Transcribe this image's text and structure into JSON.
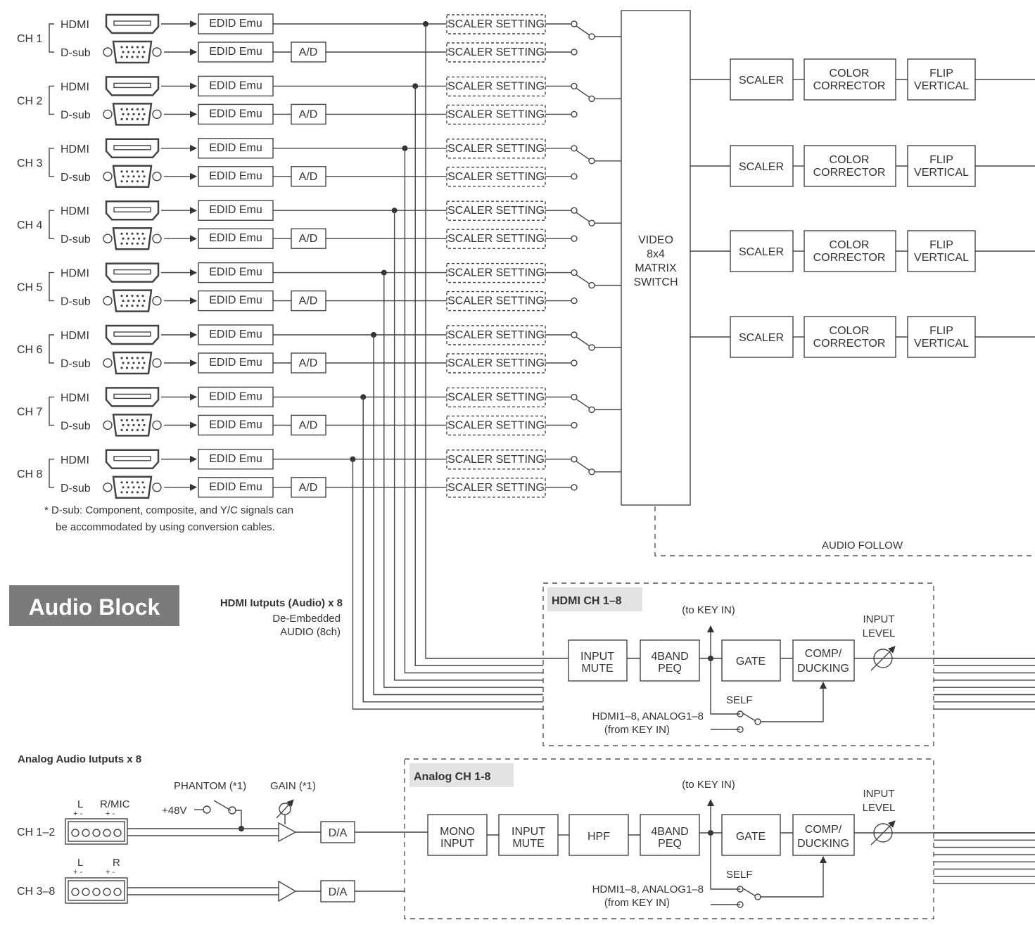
{
  "video": {
    "channels": [
      {
        "ch": "CH 1",
        "hdmi": "HDMI",
        "dsub": "D-sub"
      },
      {
        "ch": "CH 2",
        "hdmi": "HDMI",
        "dsub": "D-sub"
      },
      {
        "ch": "CH 3",
        "hdmi": "HDMI",
        "dsub": "D-sub"
      },
      {
        "ch": "CH 4",
        "hdmi": "HDMI",
        "dsub": "D-sub"
      },
      {
        "ch": "CH 5",
        "hdmi": "HDMI",
        "dsub": "D-sub"
      },
      {
        "ch": "CH 6",
        "hdmi": "HDMI",
        "dsub": "D-sub"
      },
      {
        "ch": "CH 7",
        "hdmi": "HDMI",
        "dsub": "D-sub"
      },
      {
        "ch": "CH 8",
        "hdmi": "HDMI",
        "dsub": "D-sub"
      }
    ],
    "edid_label": "EDID Emu",
    "ad_label": "A/D",
    "scaler_setting_label": "SCALER SETTING",
    "matrix_label": [
      "VIDEO",
      "8x4",
      "MATRIX",
      "SWITCH"
    ],
    "outputs": [
      {
        "scaler": "SCALER",
        "color": [
          "COLOR",
          "CORRECTOR"
        ],
        "flip": [
          "FLIP",
          "VERTICAL"
        ]
      },
      {
        "scaler": "SCALER",
        "color": [
          "COLOR",
          "CORRECTOR"
        ],
        "flip": [
          "FLIP",
          "VERTICAL"
        ]
      },
      {
        "scaler": "SCALER",
        "color": [
          "COLOR",
          "CORRECTOR"
        ],
        "flip": [
          "FLIP",
          "VERTICAL"
        ]
      },
      {
        "scaler": "SCALER",
        "color": [
          "COLOR",
          "CORRECTOR"
        ],
        "flip": [
          "FLIP",
          "VERTICAL"
        ]
      }
    ],
    "note": [
      "* D-sub: Component, composite, and Y/C signals can",
      "be accommodated by using conversion cables."
    ],
    "audio_follow": "AUDIO FOLLOW"
  },
  "audio": {
    "block_title": "Audio Block",
    "hdmi_inputs_title": "HDMI Iutputs (Audio) x 8",
    "de_embedded": [
      "De-Embedded",
      "AUDIO (8ch)"
    ],
    "hdmi_section": {
      "title": "HDMI CH 1–8",
      "to_key_in": "(to KEY IN)",
      "input_mute": [
        "INPUT",
        "MUTE"
      ],
      "peq": [
        "4BAND",
        "PEQ"
      ],
      "gate": "GATE",
      "comp": [
        "COMP/",
        "DUCKING"
      ],
      "input_level": [
        "INPUT",
        "LEVEL"
      ],
      "self": "SELF",
      "key_src": [
        "HDMI1–8, ANALOG1–8",
        "(from KEY IN)"
      ]
    },
    "analog_inputs_title": "Analog Audio Iutputs x 8",
    "phantom": "PHANTOM (*1)",
    "gain": "GAIN (*1)",
    "plus48v": "+48V",
    "ch12": "CH 1–2",
    "ch38": "CH 3–8",
    "terminal_top": {
      "l": "L",
      "r": "R/MIC"
    },
    "terminal_bottom": {
      "l": "L",
      "r": "R"
    },
    "da_label": "D/A",
    "analog_section": {
      "title": "Analog CH 1-8",
      "to_key_in": "(to KEY IN)",
      "mono_input": [
        "MONO",
        "INPUT"
      ],
      "input_mute": [
        "INPUT",
        "MUTE"
      ],
      "hpf": "HPF",
      "peq": [
        "4BAND",
        "PEQ"
      ],
      "gate": "GATE",
      "comp": [
        "COMP/",
        "DUCKING"
      ],
      "input_level": [
        "INPUT",
        "LEVEL"
      ],
      "self": "SELF",
      "key_src": [
        "HDMI1–8, ANALOG1–8",
        "(from KEY IN)"
      ]
    }
  }
}
